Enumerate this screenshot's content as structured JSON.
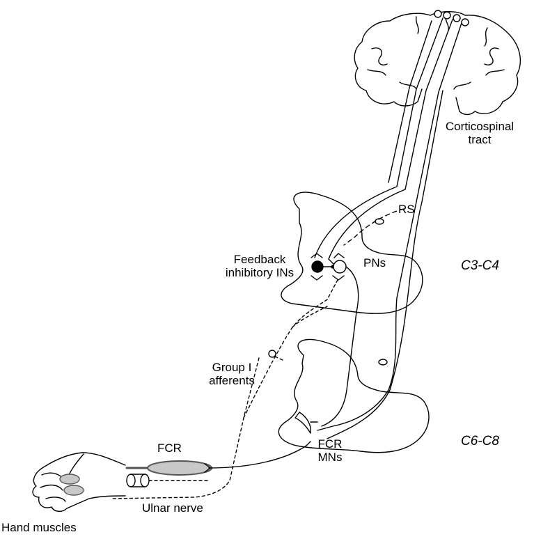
{
  "labels": {
    "corticospinal_line1": "Corticospinal",
    "corticospinal_line2": "tract",
    "rs": "RS",
    "pns": "PNs",
    "feedback_line1": "Feedback",
    "feedback_line2": "inhibitory INs",
    "group_line1": "Group I",
    "group_line2": "afferents",
    "fcr": "FCR",
    "fcr_mns_line1": "FCR",
    "fcr_mns_line2": "MNs",
    "ulnar_nerve": "Ulnar nerve",
    "hand_muscles": "Hand muscles"
  },
  "segments": {
    "upper": "C3-C4",
    "lower": "C6-C8"
  },
  "colors": {
    "stroke": "#000000",
    "muscle_fill": "#c8c8c8",
    "background": "#ffffff"
  }
}
